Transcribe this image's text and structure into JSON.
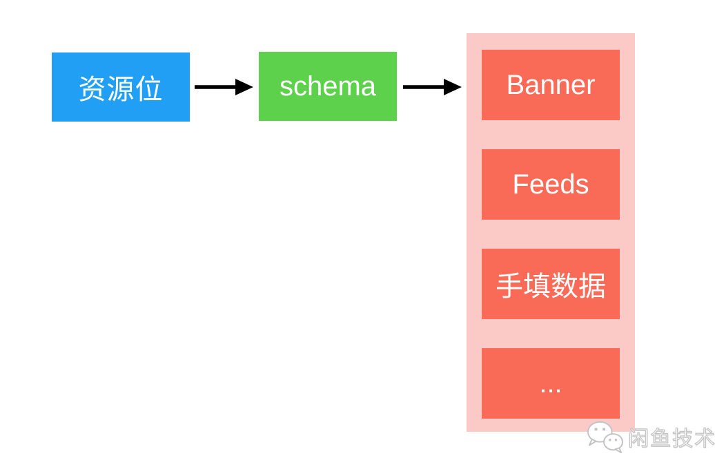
{
  "flow": {
    "resource_box": {
      "label": "资源位",
      "color": "#219FF4",
      "text_color": "#ffffff"
    },
    "schema_box": {
      "label": "schema",
      "color": "#5DD14B",
      "text_color": "#ffffff"
    },
    "arrow_color": "#000000",
    "slots_panel": {
      "background": "#FBC9C6",
      "item_background": "#F96A57",
      "item_text_color": "#ffffff",
      "items": [
        {
          "label": "Banner"
        },
        {
          "label": "Feeds"
        },
        {
          "label": "手填数据"
        },
        {
          "label": "..."
        }
      ]
    }
  },
  "watermark": {
    "text": "闲鱼技术",
    "icon": "wechat-logo-icon",
    "color": "#c3c3c3"
  }
}
